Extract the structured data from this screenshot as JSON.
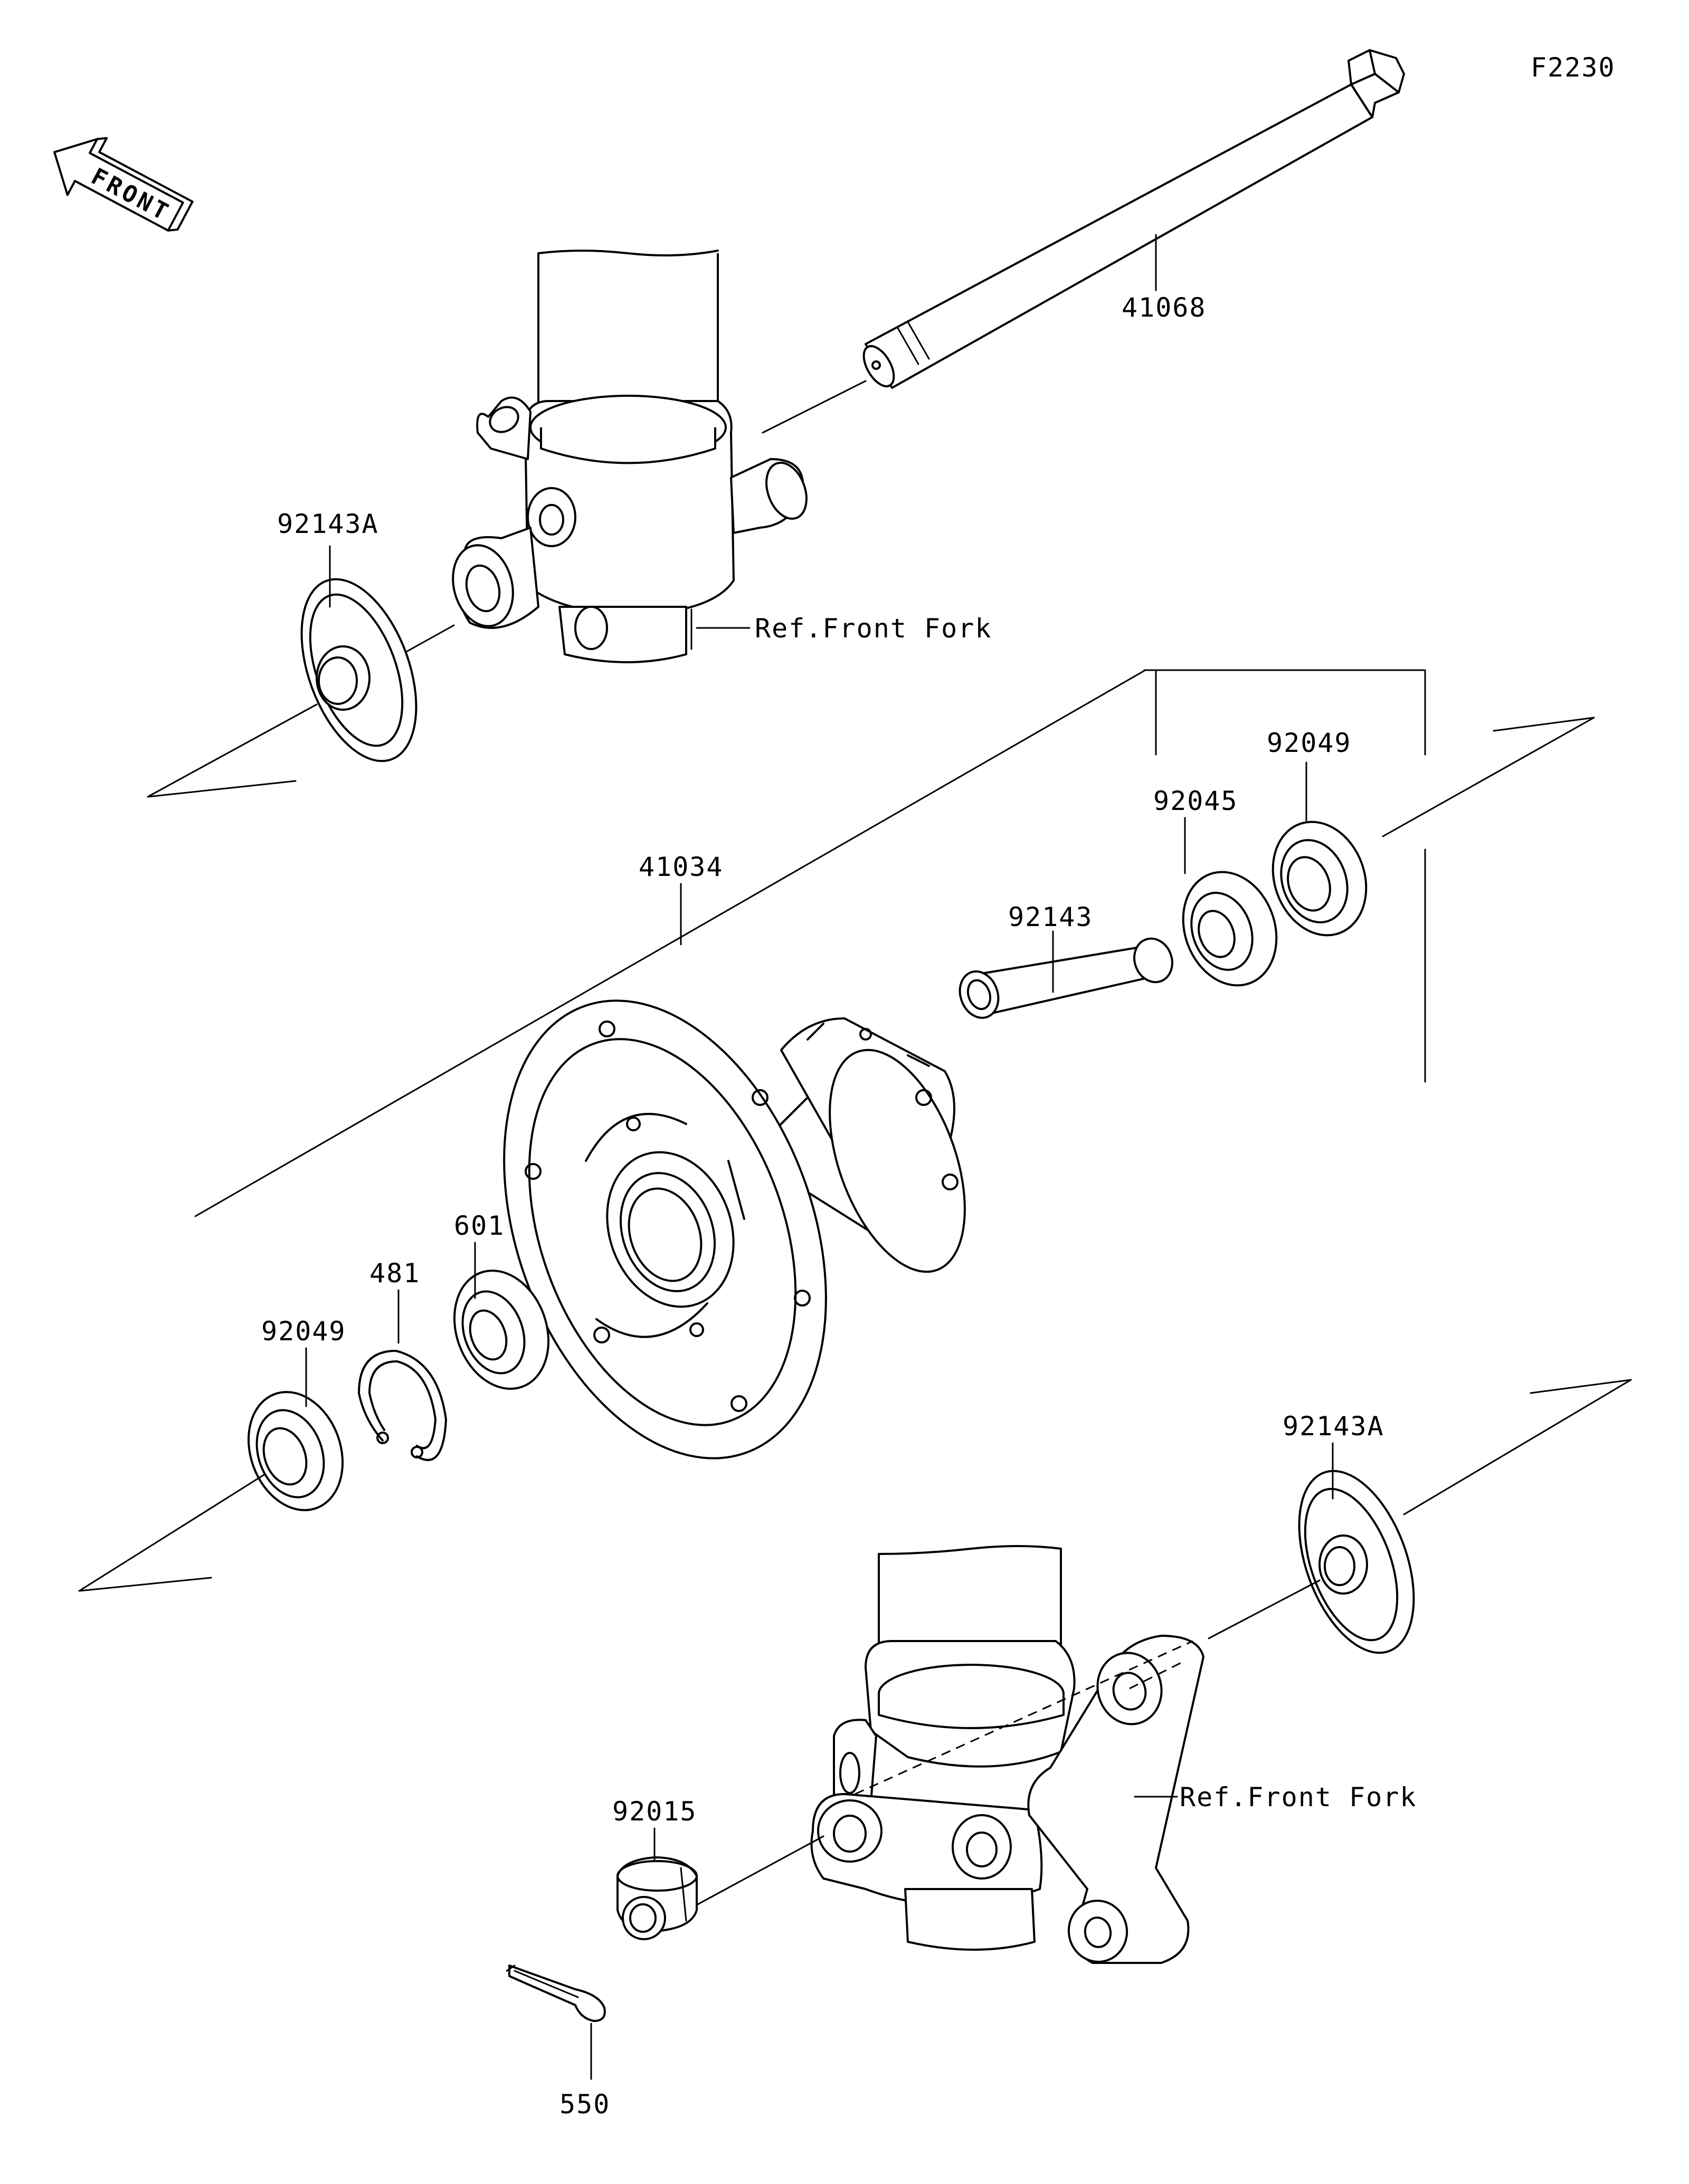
{
  "diagram_code": "F2230",
  "front_arrow_text": "FRONT",
  "labels": {
    "axle": "41068",
    "collar_top": "92143A",
    "ref_fork_top": "Ref.Front Fork",
    "seal_right": "92049",
    "bearing_right": "92045",
    "hub": "41034",
    "spacer": "92143",
    "bearing_left": "601",
    "circlip": "481",
    "seal_left": "92049",
    "collar_bottom": "92143A",
    "ref_fork_bottom": "Ref.Front Fork",
    "nut": "92015",
    "cotter_pin": "550"
  }
}
